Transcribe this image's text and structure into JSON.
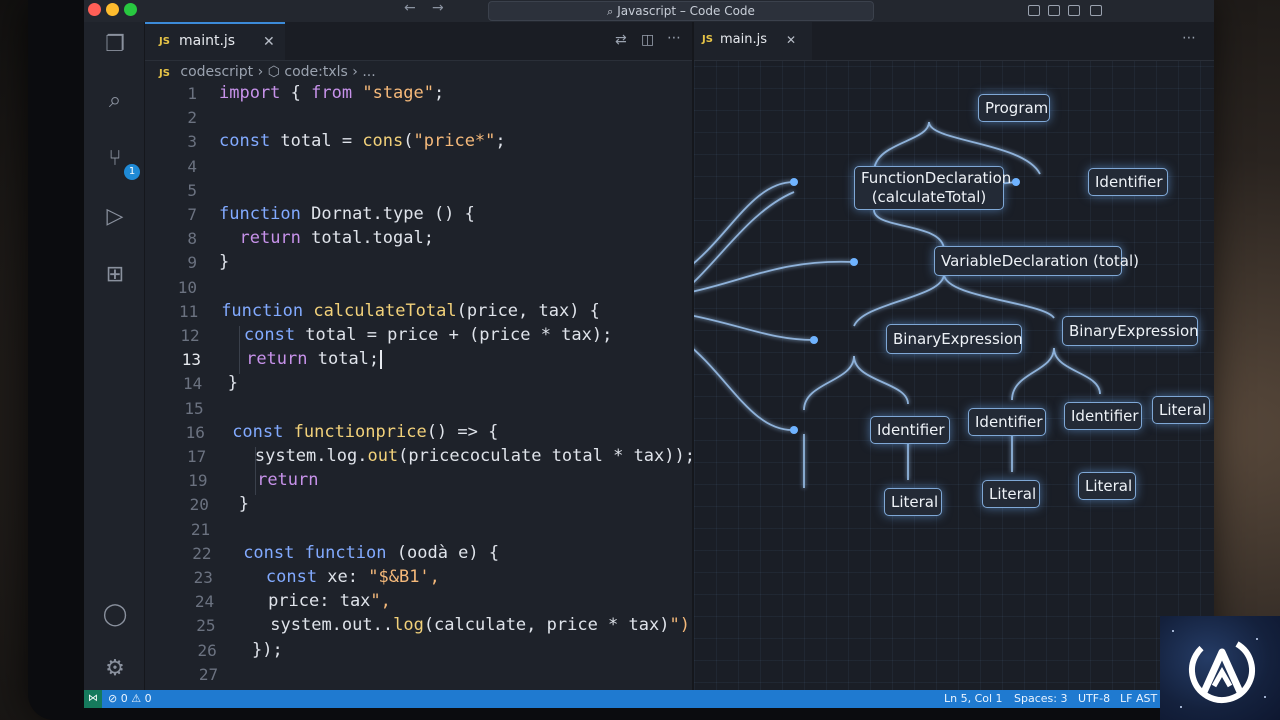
{
  "window": {
    "title": "Javascript – Code Code"
  },
  "activity_bar": {
    "source_control_badge": "1"
  },
  "editor_left": {
    "tab": {
      "badge": "JS",
      "label": "maint.js",
      "close": "✕"
    },
    "breadcrumb": {
      "badge": "JS",
      "parts": [
        "codescript",
        "code:txls",
        "..."
      ],
      "sep": "›"
    },
    "line_numbers": [
      "1",
      "2",
      "3",
      "4",
      "5",
      "7",
      "8",
      "9",
      "10",
      "11",
      "12",
      "13",
      "14",
      "15",
      "16",
      "17",
      "19",
      "20",
      "21",
      "22",
      "23",
      "24",
      "25",
      "26",
      "27"
    ],
    "active_line": "13",
    "code_lines": [
      "import { from \"stage\";",
      "",
      "const total = cons(\"price*\";",
      "",
      "",
      "function Dornat.type () {",
      "  return total.togal;",
      "}",
      "",
      "function calculateTotal(price, tax) {",
      "  const total = price + (price * tax);",
      "  return total;",
      "}",
      "",
      "const functionprice() => {",
      "  system.log.out(pricecoculate total * tax));",
      "  return",
      "}",
      "",
      "const function (oodà e) {",
      "  const xe: \"$&B1',",
      "  price: tax\",",
      "  system.out..log(calculate, price * tax)\");",
      "});",
      ""
    ]
  },
  "editor_right": {
    "tab": {
      "badge": "JS",
      "label": "main.js",
      "close": "✕"
    },
    "ast_nodes": {
      "program": "Program",
      "function_decl_line1": "FunctionDeclaration",
      "function_decl_line2": "(calculateTotal)",
      "identifier_top": "Identifier",
      "variable_decl": "VariableDeclaration (total)",
      "binary_left": "BinaryExpression",
      "binary_right": "BinaryExpression",
      "identifier_1": "Identifier",
      "identifier_2": "Identifier",
      "identifier_3": "Identifier",
      "literal_1": "Literal",
      "literal_2": "Literal",
      "literal_3": "Literal",
      "literal_4": "Literal"
    }
  },
  "status_bar": {
    "problems": "⊘ 0 ⚠ 0",
    "position": "Ln 5, Col 1",
    "spaces": "Spaces: 3",
    "encoding": "UTF-8",
    "eol_lang": "LF  AST"
  },
  "colors": {
    "accent": "#1f7ad0",
    "node_glow": "#7fa8d6",
    "js_badge": "#e8c547"
  }
}
